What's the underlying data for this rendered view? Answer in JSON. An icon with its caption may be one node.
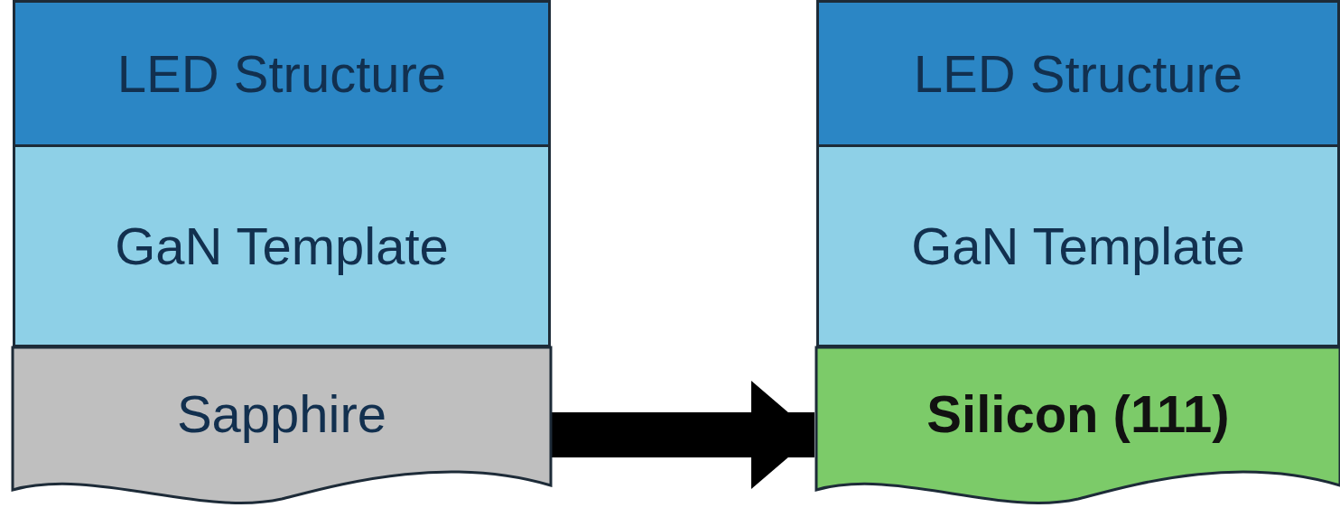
{
  "diagram": {
    "nodes": [
      {
        "text": [],
        "shape": "box"
      },
      {
        "text": [
          "LED Structure"
        ],
        "in": 0
      },
      {
        "text": [
          "GaN Template"
        ],
        "in": 0
      },
      {
        "text": [
          "Sapphire"
        ],
        "in": 0
      },
      {
        "text": [],
        "shape": "box"
      },
      {
        "text": [
          "LED Structure"
        ],
        "in": 4
      },
      {
        "text": [
          "GaN Template"
        ],
        "in": 4
      },
      {
        "text": [
          "Silicon (111)"
        ],
        "in": 4
      }
    ],
    "edges": [
      {
        "from": 0,
        "to": 4,
        "arrow": "to"
      }
    ]
  }
}
